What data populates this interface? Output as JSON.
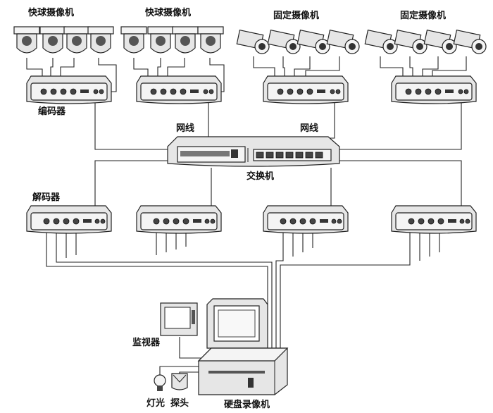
{
  "labels": {
    "speed_dome_left": "快球摄像机",
    "speed_dome_right": "快球摄像机",
    "fixed_left": "固定摄像机",
    "fixed_right": "固定摄像机",
    "encoder": "编码器",
    "network_left": "网线",
    "network_right": "网线",
    "switch": "交换机",
    "decoder": "解码器",
    "monitor": "监视器",
    "lamp": "灯光",
    "probe": "探头",
    "dvr": "硬盘录像机"
  },
  "icons": {
    "dome_camera": "dome-camera-icon",
    "box_camera": "box-camera-icon",
    "codec": "codec-box-icon",
    "switch": "network-switch-icon",
    "monitor": "monitor-icon",
    "computer": "computer-icon",
    "lamp": "light-bulb-icon",
    "probe": "sensor-probe-icon"
  },
  "colors": {
    "line": "#222222",
    "device": "#e6e6e6",
    "background": "#ffffff"
  }
}
